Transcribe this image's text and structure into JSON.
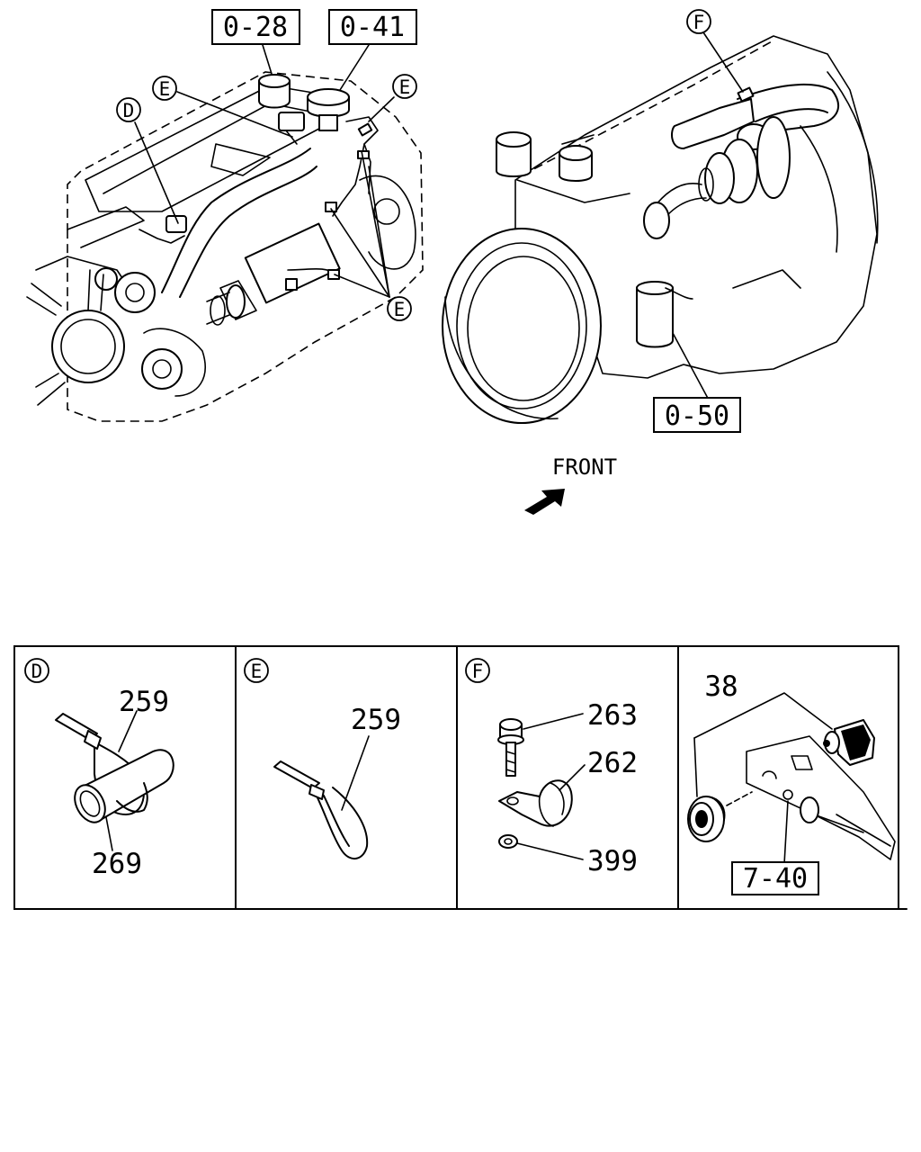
{
  "refs": {
    "r028": "0-28",
    "r041": "0-41",
    "r050": "0-50",
    "r740": "7-40"
  },
  "markers": {
    "d": "D",
    "e": "E",
    "f": "F"
  },
  "direction_label": "FRONT",
  "panels": [
    {
      "marker": "D",
      "parts": [
        "259",
        "269"
      ]
    },
    {
      "marker": "E",
      "parts": [
        "259"
      ]
    },
    {
      "marker": "F",
      "parts": [
        "263",
        "262",
        "399"
      ]
    },
    {
      "marker": "",
      "parts": [
        "38"
      ]
    }
  ],
  "colors": {
    "ink": "#000000",
    "paper": "#ffffff"
  }
}
